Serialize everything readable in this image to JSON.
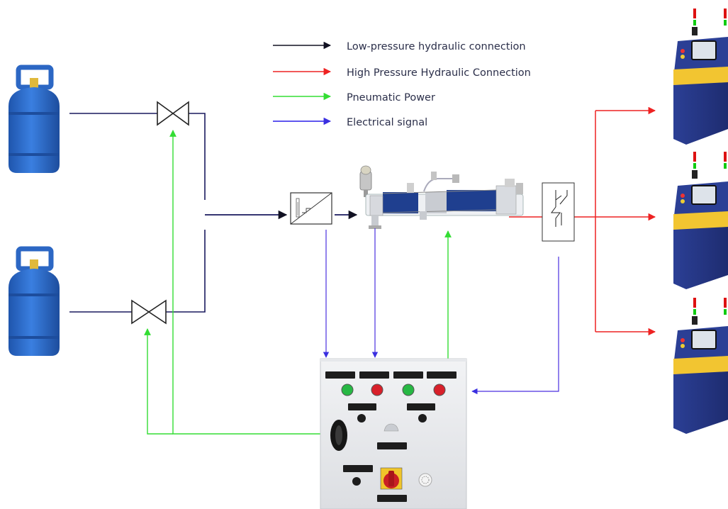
{
  "legend": [
    {
      "label": "Low-pressure hydraulic connection",
      "color": "#111122"
    },
    {
      "label": "High Pressure Hydraulic Connection",
      "color": "#ee2222"
    },
    {
      "label": "Pneumatic Power",
      "color": "#33dd33"
    },
    {
      "label": "Electrical signal",
      "color": "#2a1fe8"
    }
  ],
  "colors": {
    "cylinder": "#2c67c4",
    "cylinder_dark": "#1f4f9c",
    "cylinder_valve": "#e0b93c",
    "station_body": "#273a8c",
    "station_stripe": "#f2c531",
    "line_low": "#1a1a5e",
    "line_high": "#ee2222",
    "line_pneumatic": "#33dd33",
    "line_electrical": "#4a2fe0"
  },
  "control_panel": {
    "labels": [
      "",
      "",
      "",
      "",
      "",
      "",
      "",
      "",
      "",
      ""
    ]
  }
}
